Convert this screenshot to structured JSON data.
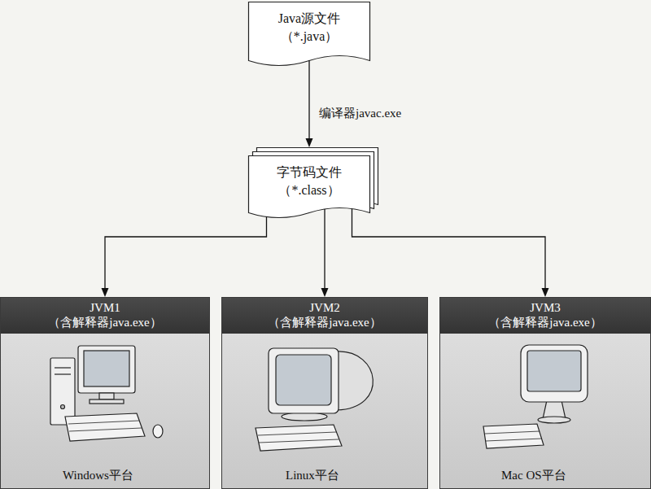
{
  "diagram": {
    "nodes": [
      {
        "text": [
          "Java源文件",
          "（*.java）"
        ]
      },
      {
        "text": [
          "字节码文件",
          "（*.class）"
        ]
      },
      {
        "text": [
          "JVM1",
          "（含解释器java.exe）",
          "Windows平台"
        ]
      },
      {
        "text": [
          "JVM2",
          "（含解释器java.exe）",
          "Linux平台"
        ]
      },
      {
        "text": [
          "JVM3",
          "（含解释器java.exe）",
          "Mac OS平台"
        ]
      }
    ],
    "edges": [
      {
        "from": 0,
        "to": 1,
        "arrow": "to",
        "label": "编译器javac.exe"
      },
      {
        "from": 1,
        "to": 2,
        "arrow": "to"
      },
      {
        "from": 1,
        "to": 3,
        "arrow": "to"
      },
      {
        "from": 1,
        "to": 4,
        "arrow": "to"
      }
    ]
  }
}
